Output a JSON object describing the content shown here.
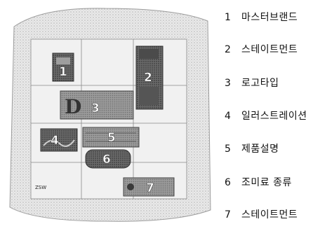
{
  "diagram": {
    "zones": [
      {
        "number": "1"
      },
      {
        "number": "2"
      },
      {
        "number": "3"
      },
      {
        "number": "4"
      },
      {
        "number": "5"
      },
      {
        "number": "6"
      },
      {
        "number": "7"
      }
    ],
    "corner_mark": "ZSW"
  },
  "legend": {
    "items": [
      {
        "number": "1",
        "label": "마스터브랜드"
      },
      {
        "number": "2",
        "label": "스테이트먼트"
      },
      {
        "number": "3",
        "label": "로고타입"
      },
      {
        "number": "4",
        "label": "일러스트레이션"
      },
      {
        "number": "5",
        "label": "제품설명"
      },
      {
        "number": "6",
        "label": "조미료 종류"
      },
      {
        "number": "7",
        "label": "스테이트먼트"
      }
    ]
  }
}
